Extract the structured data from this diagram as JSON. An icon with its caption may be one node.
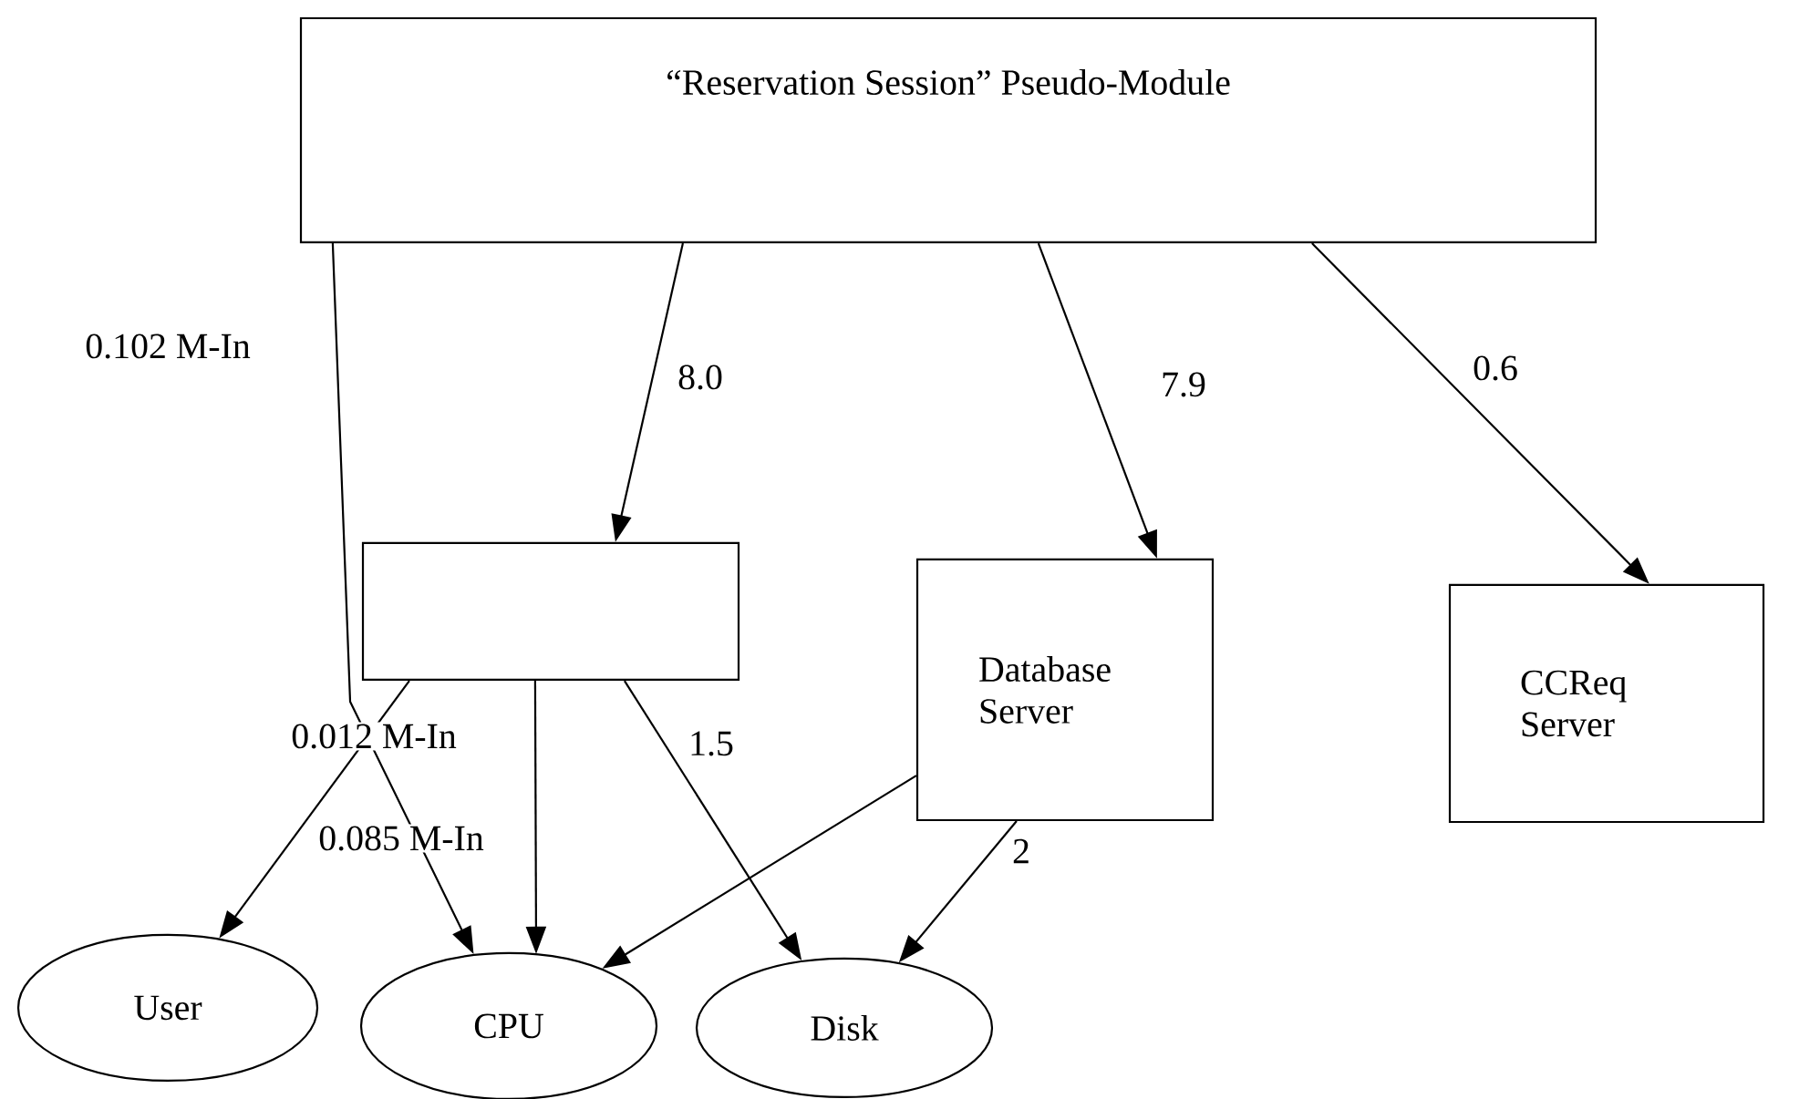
{
  "diagram": {
    "nodes": [
      {
        "text": [
          "“Reservation Session” Pseudo-Module"
        ]
      },
      {
        "text": [],
        "shape": "box"
      },
      {
        "text": [
          "Database Server"
        ]
      },
      {
        "text": [
          "CCReq Server"
        ]
      },
      {
        "text": [
          "User"
        ]
      },
      {
        "text": [
          "CPU"
        ]
      },
      {
        "text": [
          "Disk"
        ]
      }
    ],
    "edges": [
      {
        "from": 0,
        "to": 5,
        "arrow": "to",
        "label": "0.102 M-In"
      },
      {
        "from": 0,
        "to": 1,
        "arrow": "to",
        "label": "8.0"
      },
      {
        "from": 0,
        "to": 2,
        "arrow": "to",
        "label": "7.9"
      },
      {
        "from": 0,
        "to": 3,
        "arrow": "to",
        "label": "0.6"
      },
      {
        "from": 1,
        "to": 4,
        "arrow": "to",
        "label": "0.012 M-In"
      },
      {
        "from": 1,
        "to": 5,
        "arrow": "to",
        "label": "0.085 M-In"
      },
      {
        "from": 1,
        "to": 6,
        "arrow": "to",
        "label": "1.5"
      },
      {
        "from": 2,
        "to": 5,
        "arrow": "to"
      },
      {
        "from": 2,
        "to": 6,
        "arrow": "to",
        "label": "2"
      }
    ]
  }
}
